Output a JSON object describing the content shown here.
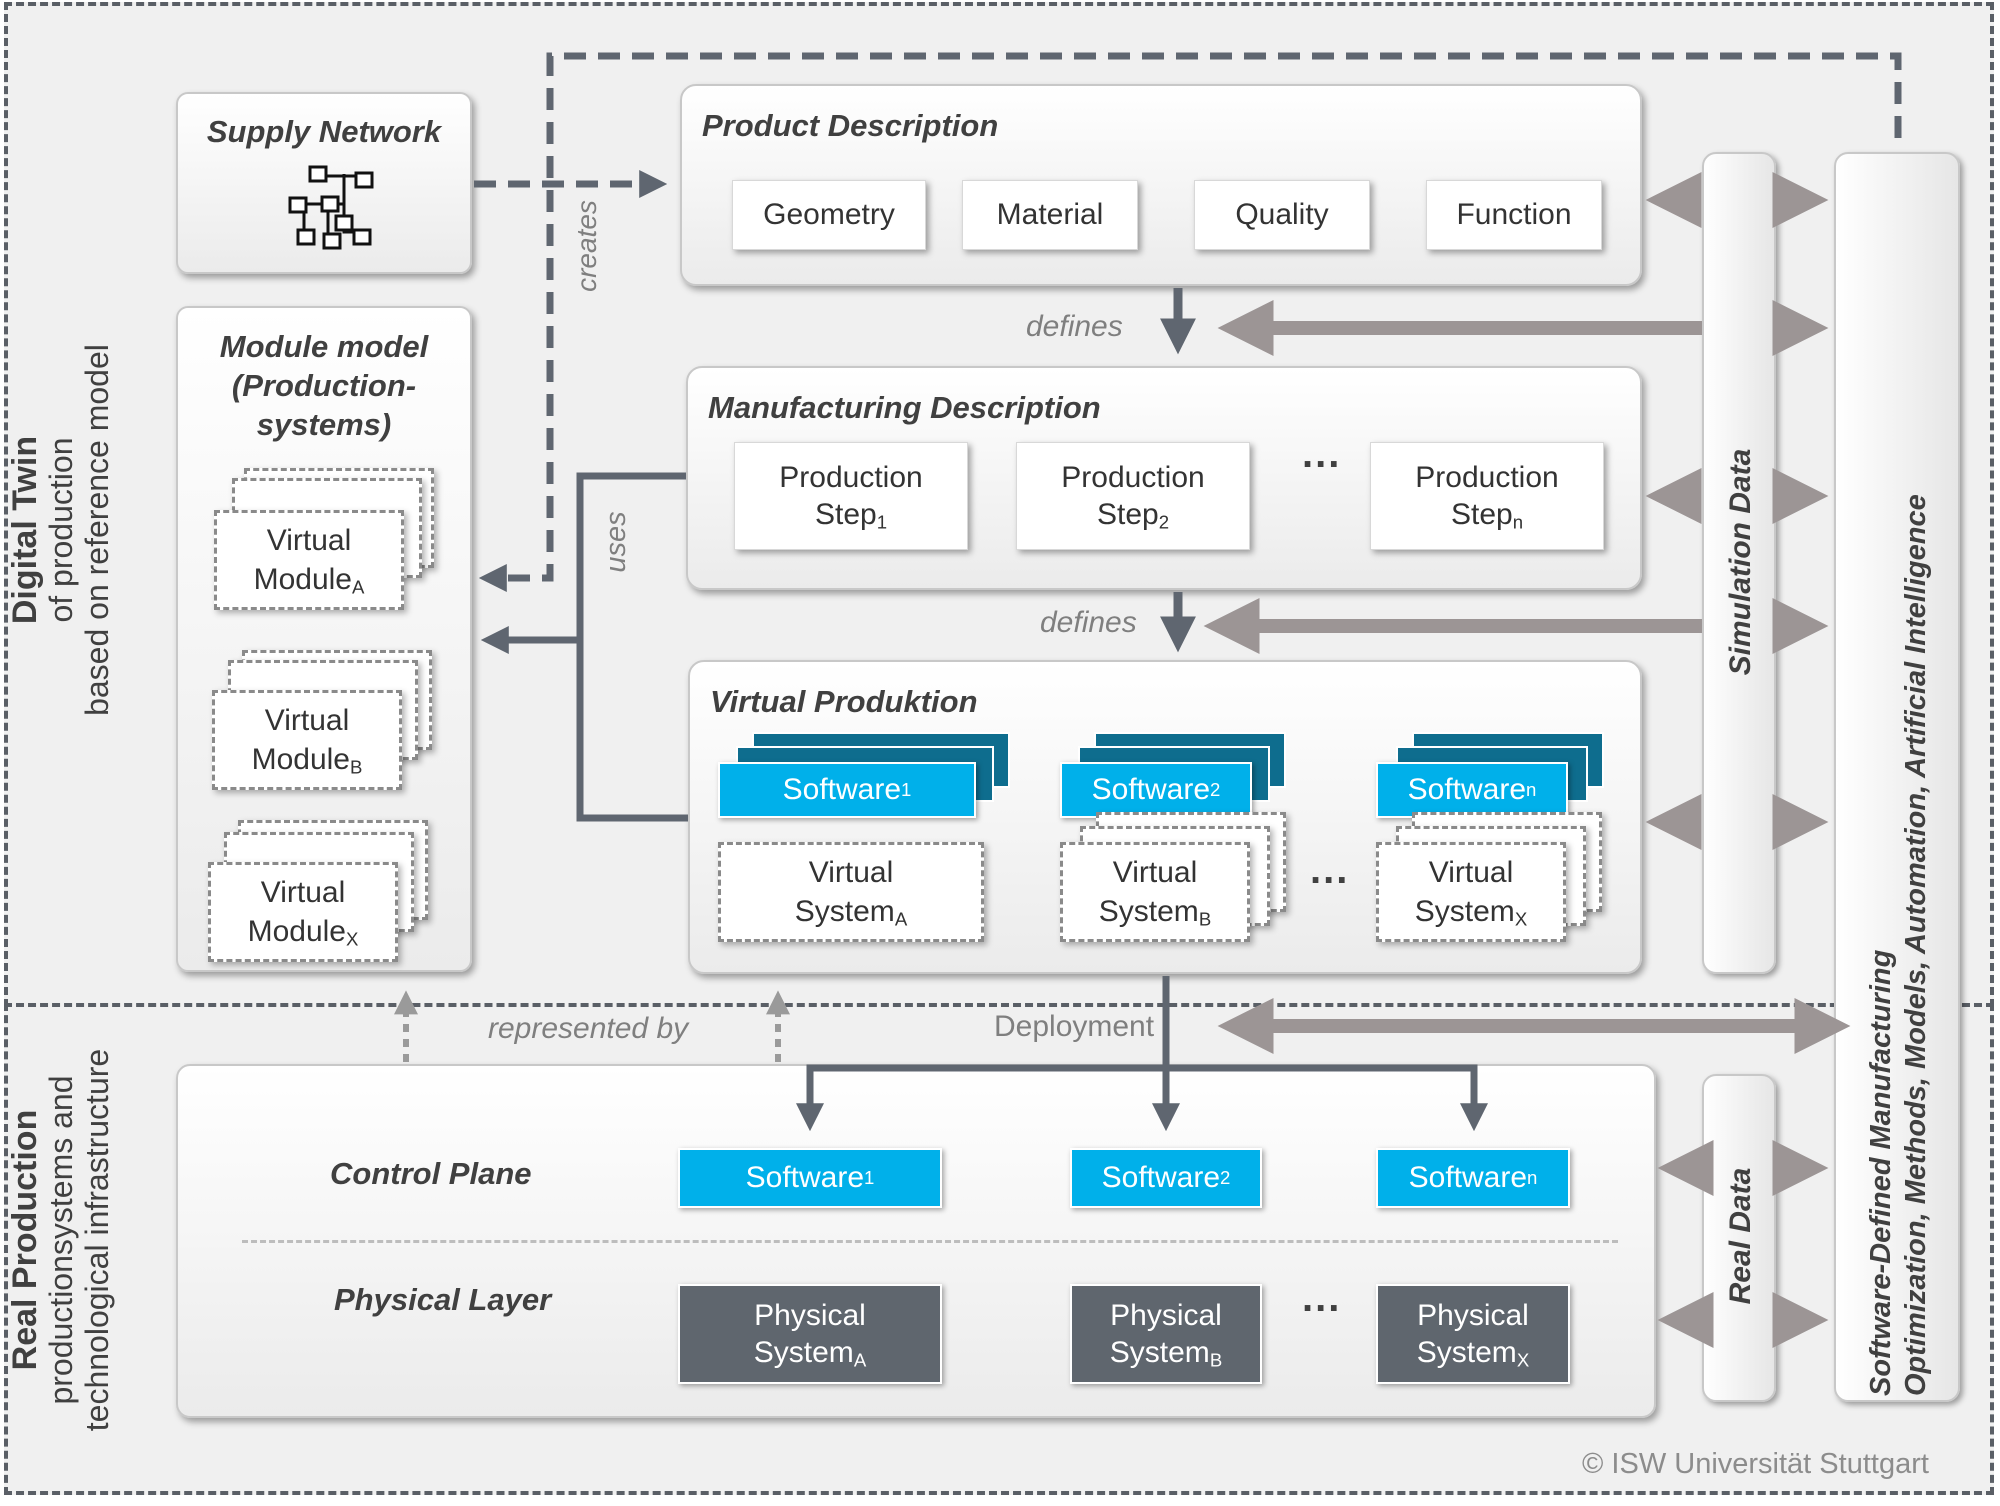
{
  "regions": {
    "digital_twin": {
      "title": "Digital Twin",
      "line2": "of production",
      "line3": "based on reference model"
    },
    "real_production": {
      "title": "Real Production",
      "line2": "productionsystems and",
      "line3": "technological infrastructure"
    }
  },
  "supply_network": {
    "title": "Supply Network",
    "icon": "network-icon"
  },
  "module_model": {
    "title_line1": "Module model",
    "title_line2": "(Production-",
    "title_line3": "systems)",
    "modules": [
      {
        "label": "Virtual",
        "base": "Module",
        "sub": "A"
      },
      {
        "label": "Virtual",
        "base": "Module",
        "sub": "B"
      },
      {
        "label": "Virtual",
        "base": "Module",
        "sub": "X"
      }
    ]
  },
  "product_description": {
    "title": "Product Description",
    "items": [
      "Geometry",
      "Material",
      "Quality",
      "Function"
    ]
  },
  "manufacturing_description": {
    "title": "Manufacturing Description",
    "steps": [
      {
        "line1": "Production",
        "base": "Step",
        "sub": "1"
      },
      {
        "line1": "Production",
        "base": "Step",
        "sub": "2"
      },
      {
        "line1": "Production",
        "base": "Step",
        "sub": "n"
      }
    ],
    "ellipsis": "..."
  },
  "virtual_production": {
    "title": "Virtual Produktion",
    "software": [
      {
        "base": "Software",
        "sub": "1"
      },
      {
        "base": "Software",
        "sub": "2"
      },
      {
        "base": "Software",
        "sub": "n"
      }
    ],
    "systems": [
      {
        "line1": "Virtual",
        "base": "System",
        "sub": "A"
      },
      {
        "line1": "Virtual",
        "base": "System",
        "sub": "B"
      },
      {
        "line1": "Virtual",
        "base": "System",
        "sub": "X"
      }
    ],
    "ellipsis": "..."
  },
  "control_plane": {
    "title": "Control Plane",
    "software": [
      {
        "base": "Software",
        "sub": "1"
      },
      {
        "base": "Software",
        "sub": "2"
      },
      {
        "base": "Software",
        "sub": "n"
      }
    ]
  },
  "physical_layer": {
    "title": "Physical Layer",
    "systems": [
      {
        "line1": "Physical",
        "base": "System",
        "sub": "A"
      },
      {
        "line1": "Physical",
        "base": "System",
        "sub": "B"
      },
      {
        "line1": "Physical",
        "base": "System",
        "sub": "X"
      }
    ],
    "ellipsis": "..."
  },
  "connectors": {
    "creates": "creates",
    "defines_1": "defines",
    "defines_2": "defines",
    "uses": "uses",
    "represented_by": "represented by",
    "deployment": "Deployment"
  },
  "side_bars": {
    "simulation_data": "Simulation Data",
    "real_data": "Real Data",
    "sdm_line1": "Software-Defined Manufacturing",
    "sdm_line2": "Optimization, Methods, Models, Automation, Artificial Intelligence"
  },
  "copyright": "© ISW Universität Stuttgart",
  "colors": {
    "software_blue": "#00b0ea",
    "software_back": "#0e6d8e",
    "physical_gray": "#5f666e",
    "arrow_dark": "#5f6670",
    "arrow_light": "#9c9595"
  }
}
